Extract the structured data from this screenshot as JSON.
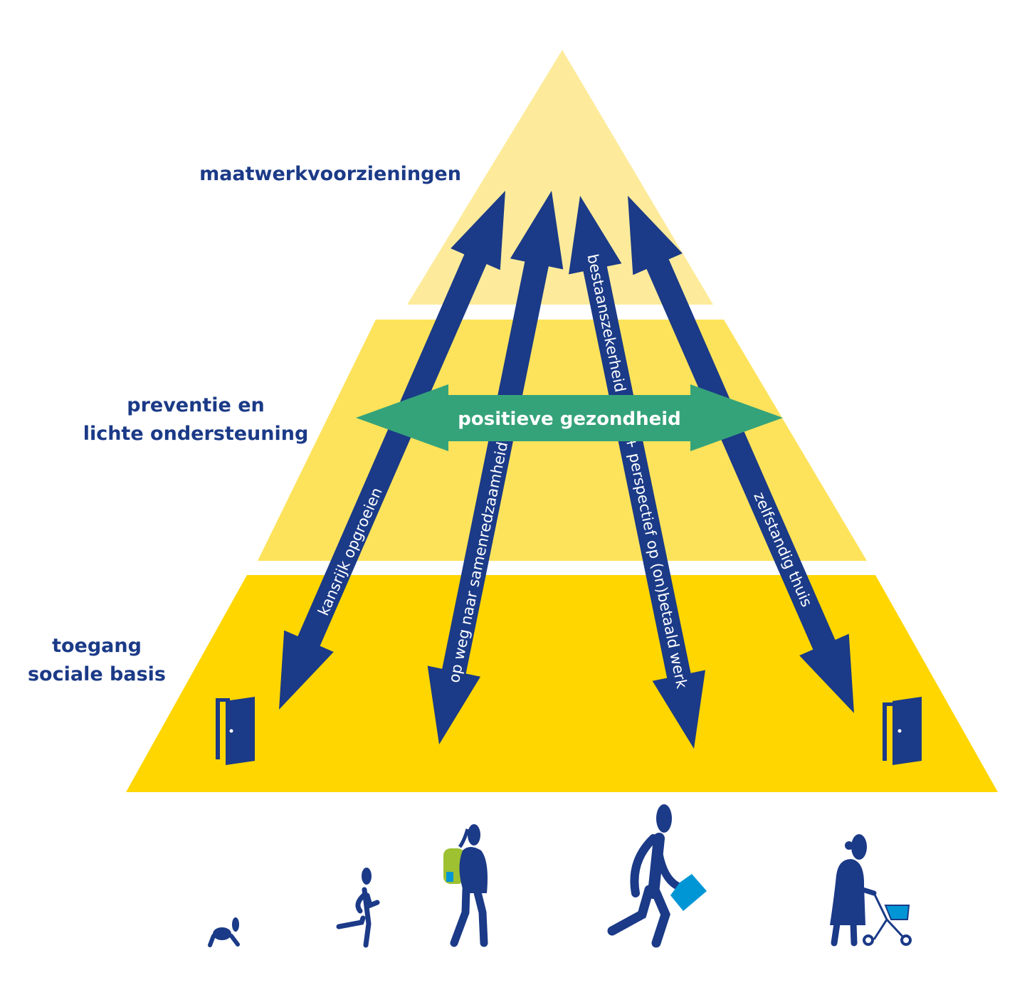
{
  "colors": {
    "tier_top": "#FDEB9B",
    "tier_middle": "#FDE35B",
    "tier_bottom": "#FFD600",
    "navy": "#1B3A87",
    "green": "#35A37A",
    "light_blue": "#0096D6",
    "lime": "#9DC131"
  },
  "tiers": {
    "top": "maatwerkvoorzieningen",
    "middle_line1": "preventie en",
    "middle_line2": "lichte ondersteuning",
    "bottom_line1": "toegang",
    "bottom_line2": "sociale basis"
  },
  "center_arrow": "positieve gezondheid",
  "arrows": [
    {
      "label": "kansrijk opgroeien"
    },
    {
      "label": "op weg naar samenredzaamheid"
    },
    {
      "label_part1": "bestaanszekerheid",
      "label_part2": "+ perspectief op (on)betaald werk"
    },
    {
      "label": "zelfstandig thuis"
    }
  ],
  "icons": [
    "door-icon",
    "door-icon",
    "crawling-baby-icon",
    "running-child-icon",
    "student-with-backpack-icon",
    "walking-adult-with-briefcase-icon",
    "elderly-with-walker-icon"
  ]
}
